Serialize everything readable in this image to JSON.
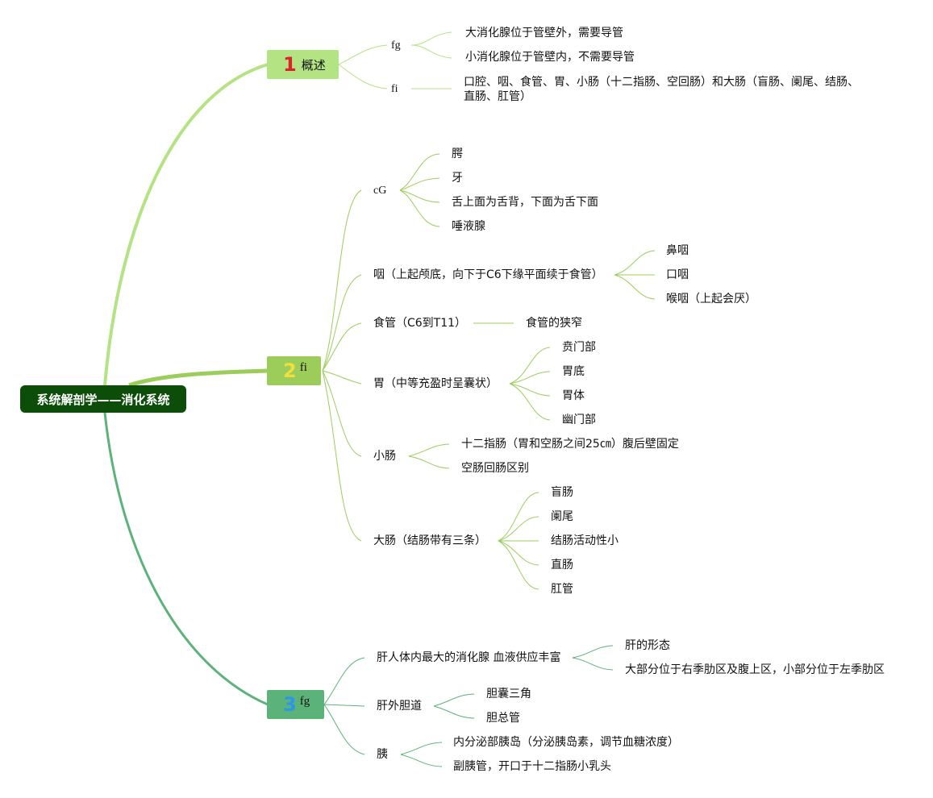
{
  "colors": {
    "root_bg": "#0d4d0a",
    "branch1_bg": "#b4e384",
    "branch2_bg": "#9ccd5a",
    "branch3_bg": "#5cb37a",
    "num1": "#d9242a",
    "num2": "#f0df3c",
    "num3": "#2b97e6"
  },
  "root": {
    "label": "系统解剖学——消化系统"
  },
  "branches": [
    {
      "num": "1",
      "label": "概述",
      "children": [
        {
          "label": "fg",
          "children": [
            {
              "label": "大消化腺位于管壁外，需要导管"
            },
            {
              "label": "小消化腺位于管壁内，不需要导管"
            }
          ]
        },
        {
          "label": "fi",
          "children": [
            {
              "label": "口腔、咽、食管、胃、小肠（十二指肠、空回肠）和大肠（盲肠、阑尾、结肠、直肠、肛管）"
            }
          ]
        }
      ]
    },
    {
      "num": "2",
      "label": "fi",
      "children": [
        {
          "label": "cG",
          "children": [
            {
              "label": "腭"
            },
            {
              "label": "牙"
            },
            {
              "label": "舌上面为舌背，下面为舌下面"
            },
            {
              "label": "唾液腺"
            }
          ]
        },
        {
          "label": "咽（上起颅底，向下于C6下缘平面续于食管）",
          "children": [
            {
              "label": "鼻咽"
            },
            {
              "label": "口咽"
            },
            {
              "label": "喉咽（上起会厌）"
            }
          ]
        },
        {
          "label": "食管（C6到T11）",
          "children": [
            {
              "label": "食管的狭窄"
            }
          ]
        },
        {
          "label": "胃（中等充盈时呈囊状）",
          "children": [
            {
              "label": "贲门部"
            },
            {
              "label": "胃底"
            },
            {
              "label": "胃体"
            },
            {
              "label": "幽门部"
            }
          ]
        },
        {
          "label": "小肠",
          "children": [
            {
              "label": "十二指肠（胃和空肠之间25㎝）腹后壁固定"
            },
            {
              "label": "空肠回肠区别"
            }
          ]
        },
        {
          "label": "大肠（结肠带有三条）",
          "children": [
            {
              "label": "盲肠"
            },
            {
              "label": "阑尾"
            },
            {
              "label": "结肠活动性小"
            },
            {
              "label": "直肠"
            },
            {
              "label": "肛管"
            }
          ]
        }
      ]
    },
    {
      "num": "3",
      "label": "fg",
      "children": [
        {
          "label": "肝人体内最大的消化腺 血液供应丰富",
          "children": [
            {
              "label": "肝的形态"
            },
            {
              "label": "大部分位于右季肋区及腹上区，小部分位于左季肋区"
            }
          ]
        },
        {
          "label": "肝外胆道",
          "children": [
            {
              "label": "胆囊三角"
            },
            {
              "label": "胆总管"
            }
          ]
        },
        {
          "label": "胰",
          "children": [
            {
              "label": "内分泌部胰岛（分泌胰岛素，调节血糖浓度）"
            },
            {
              "label": "副胰管，开口于十二指肠小乳头"
            }
          ]
        }
      ]
    }
  ]
}
